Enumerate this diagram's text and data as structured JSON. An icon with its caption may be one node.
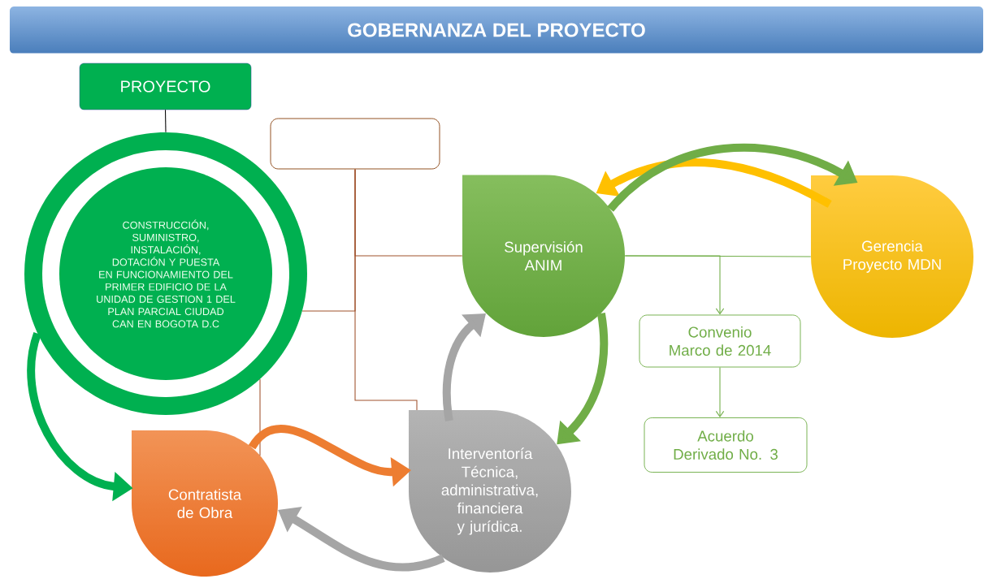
{
  "diagram": {
    "title": "GOBERNANZA DEL PROYECTO",
    "nodes": [
      {
        "text": [
          "PROYECTO"
        ]
      },
      {
        "text": [
          "CONSTRUCCIÓN, SUMINISTRO, INSTALACIÓN, DOTACIÓN Y PUESTA EN FUNCIONAMIENTO DEL PRIMER EDIFICIO DE LA UNIDAD DE GESTION 1 DEL PLAN PARCIAL CIUDAD CAN EN BOGOTA D.C"
        ]
      },
      {
        "text": [],
        "shape": "box"
      },
      {
        "text": [
          "Supervisión ANIM"
        ]
      },
      {
        "text": [
          "Gerencia Proyecto MDN"
        ]
      },
      {
        "text": [
          "Convenio Marco de 2014"
        ]
      },
      {
        "text": [
          "Acuerdo Derivado No. 3"
        ]
      },
      {
        "text": [
          "Contratista de Obra"
        ]
      },
      {
        "text": [
          "Interventoría Técnica, administrativa, financiera y jurídica."
        ]
      }
    ],
    "edges": [
      {
        "from": 0,
        "to": 1,
        "arrow": "none",
        "color": "#000000"
      },
      {
        "from": 2,
        "to": 3,
        "arrow": "none",
        "color": "#a0522d"
      },
      {
        "from": 2,
        "to": 1,
        "arrow": "none",
        "color": "#a0522d"
      },
      {
        "from": 2,
        "to": 8,
        "arrow": "none",
        "color": "#a0522d"
      },
      {
        "from": 1,
        "to": 7,
        "arrow": "none",
        "color": "#a0522d"
      },
      {
        "from": 3,
        "to": 4,
        "arrow": "none",
        "color": "#70ad47"
      },
      {
        "from": 3,
        "to": 5,
        "arrow": "to",
        "color": "#70ad47"
      },
      {
        "from": 5,
        "to": 6,
        "arrow": "to",
        "color": "#70ad47"
      },
      {
        "from": 1,
        "to": 7,
        "arrow": "to",
        "style": "thick",
        "color": "#00b050"
      },
      {
        "from": 7,
        "to": 8,
        "arrow": "to",
        "style": "thick",
        "color": "#ed7d31"
      },
      {
        "from": 8,
        "to": 7,
        "arrow": "to",
        "style": "thick",
        "color": "#a5a5a5"
      },
      {
        "from": 8,
        "to": 3,
        "arrow": "to",
        "style": "thick",
        "color": "#a5a5a5"
      },
      {
        "from": 3,
        "to": 8,
        "arrow": "to",
        "style": "thick",
        "color": "#70ad47"
      },
      {
        "from": 4,
        "to": 3,
        "arrow": "to",
        "style": "thick",
        "color": "#ffc000"
      },
      {
        "from": 3,
        "to": 4,
        "arrow": "to",
        "style": "thick",
        "color": "#70ad47"
      }
    ]
  }
}
